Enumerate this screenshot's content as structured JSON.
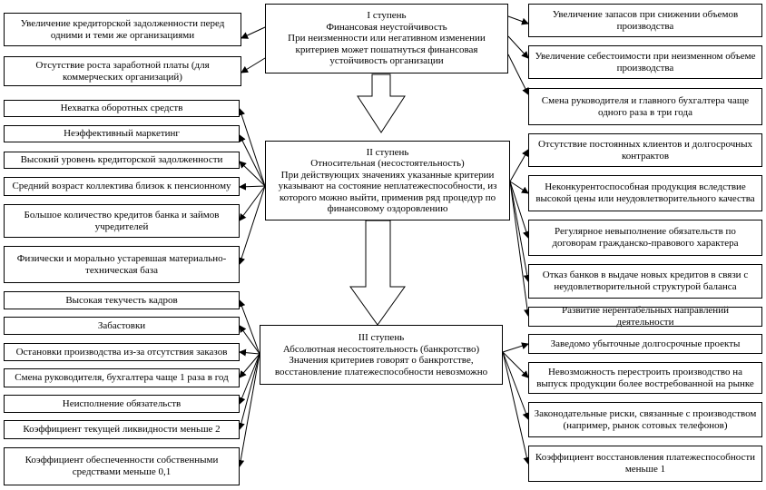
{
  "stages": [
    {
      "level": "I ступень",
      "title": "Финансовая неустойчивость",
      "description": "При  неизменности или негативном изменении критериев может пошатнуться финансовая устойчивость организации"
    },
    {
      "level": "II ступень",
      "title": "Относительная (несостоятельность)",
      "description": "При действующих значениях указанные критерии указывают на состояние неплатежеспособности, из которого можно выйти, применив ряд процедур по финансовому оздоровлению"
    },
    {
      "level": "III ступень",
      "title": "Абсолютная несостоятельность (банкротство)",
      "description": "Значения критериев говорят о банкротстве, восстановление платежеспособности невозможно"
    }
  ],
  "stage1": {
    "left": [
      "Увеличение кредиторской задолженности перед одними и теми же организациями",
      "Отсутствие роста заработной платы (для коммерческих организаций)"
    ],
    "right": [
      "Увеличение запасов при снижении объемов производства",
      "Увеличение себестоимости при неизменном объеме производства",
      "Смена руководителя и главного бухгалтера чаще одного раза в три года"
    ]
  },
  "stage2": {
    "left": [
      "Нехватка оборотных средств",
      "Неэффективный маркетинг",
      "Высокий уровень кредиторской задолженности",
      "Средний возраст коллектива близок к пенсионному",
      "Большое количество кредитов банка и займов учредителей",
      "Физически и морально устаревшая материально-техническая  база"
    ],
    "right": [
      "Отсутствие постоянных клиентов и долгосрочных контрактов",
      "Неконкурентоспособная продукция вследствие высокой цены или неудовлетворительного качества",
      "Регулярное невыполнение обязательств по договорам гражданско-правового характера",
      "Отказ банков в выдаче новых кредитов в связи с неудовлетворительной структурой баланса",
      "Развитие нерентабельных направлений деятельности"
    ]
  },
  "stage3": {
    "left": [
      "Высокая текучесть кадров",
      "Забастовки",
      "Остановки производства из-за отсутствия заказов",
      "Смена руководителя, бухгалтера чаще 1 раза в год",
      "Неисполнение обязательств",
      "Коэффициент текущей ликвидности меньше 2",
      "Коэффициент обеспеченности собственными средствами меньше 0,1"
    ],
    "right": [
      "Заведомо убыточные долгосрочные проекты",
      "Невозможность перестроить производство на выпуск продукции более востребованной на рынке",
      "Законодательные риски, связанные с производством (например, рынок сотовых телефонов)",
      "Коэффициент восстановления платежеспособности меньше 1"
    ]
  }
}
